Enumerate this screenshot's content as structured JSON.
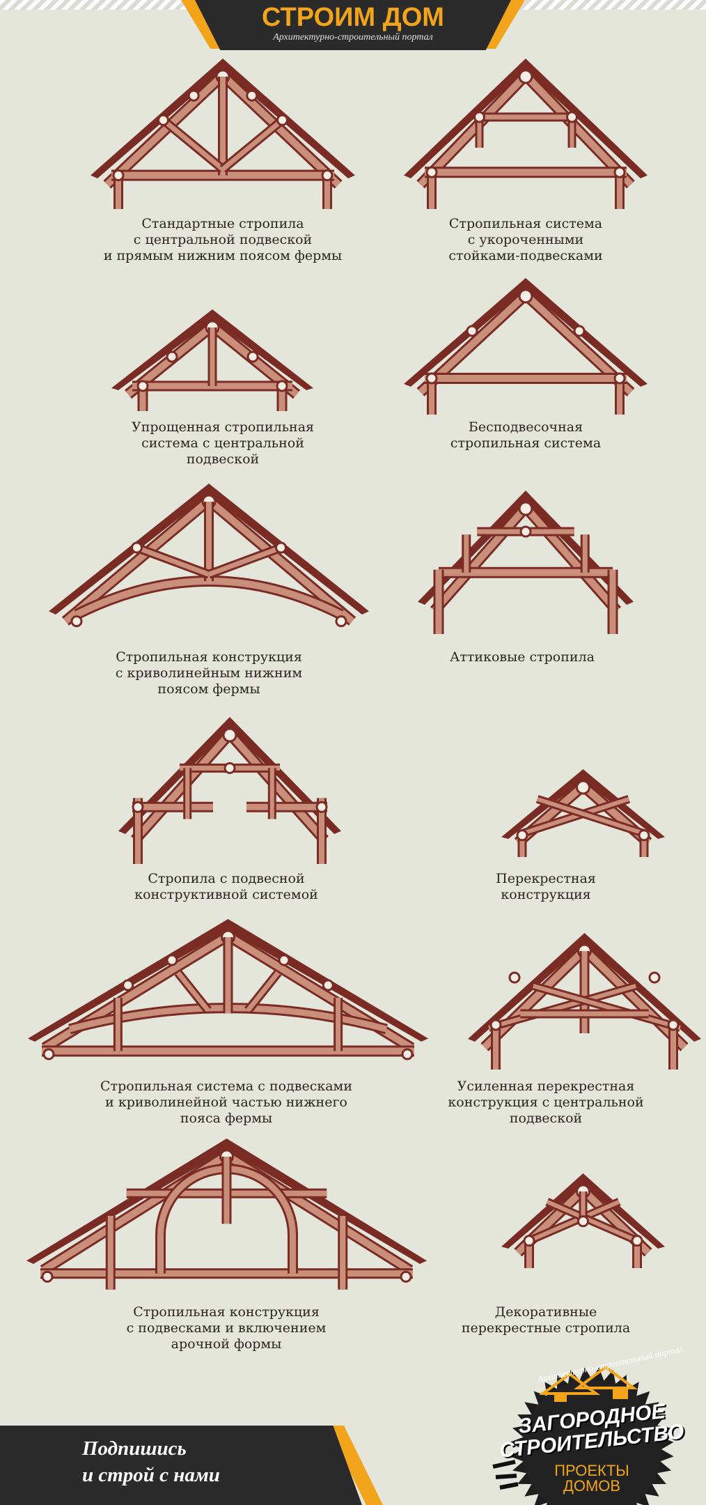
{
  "header": {
    "title": "СТРОИМ ДОМ",
    "subtitle": "Архитектурно-строительный портал"
  },
  "trusses": [
    {
      "id": "standard",
      "caption": [
        "Стандартные стропила",
        "с центральной подвеской",
        "и прямым нижним поясом фермы"
      ]
    },
    {
      "id": "short-posts",
      "caption": [
        "Стропильная система",
        "с укороченными",
        "стойками-подвесками"
      ]
    },
    {
      "id": "simple-central",
      "caption": [
        "Упрощенная стропильная",
        "система с центральной",
        "подвеской"
      ]
    },
    {
      "id": "no-hanger",
      "caption": [
        "Бесподвесочная",
        "стропильная система"
      ]
    },
    {
      "id": "curved-chord",
      "caption": [
        "Стропильная конструкция",
        "с криволинейным нижним",
        "поясом фермы"
      ]
    },
    {
      "id": "attic",
      "caption": [
        "Аттиковые стропила"
      ]
    },
    {
      "id": "hanging-system",
      "caption": [
        "Стропила с подвесной",
        "конструктивной системой"
      ]
    },
    {
      "id": "cross",
      "caption": [
        "Перекрестная",
        "конструкция"
      ]
    },
    {
      "id": "hangers-curved",
      "caption": [
        "Стропильная система с подвесками",
        "и криволинейной частью нижнего",
        "пояса фермы"
      ]
    },
    {
      "id": "reinforced-cross",
      "caption": [
        "Усиленная перекрестная",
        "конструкция с центральной",
        "подвеской"
      ]
    },
    {
      "id": "arch",
      "caption": [
        "Стропильная конструкция",
        "с подвесками и включением",
        "арочной формы"
      ]
    },
    {
      "id": "decorative-cross",
      "caption": [
        "Декоративные",
        "перекрестные стропила"
      ]
    }
  ],
  "footer": {
    "line1": "Подпишись",
    "line2": "и строй с нами"
  },
  "badge": {
    "ring_text": "Архитектурно-строительный портал",
    "name_line1": "ЗАГОРОДНОЕ",
    "name_line2": "СТРОИТЕЛЬСТВО",
    "sub_line1": "ПРОЕКТЫ",
    "sub_line2": "ДОМОВ"
  },
  "colors": {
    "wood_dark": "#7a2c24",
    "wood_light": "#c98f7a",
    "accent": "#f2a51a",
    "dark": "#2b2b2b"
  }
}
